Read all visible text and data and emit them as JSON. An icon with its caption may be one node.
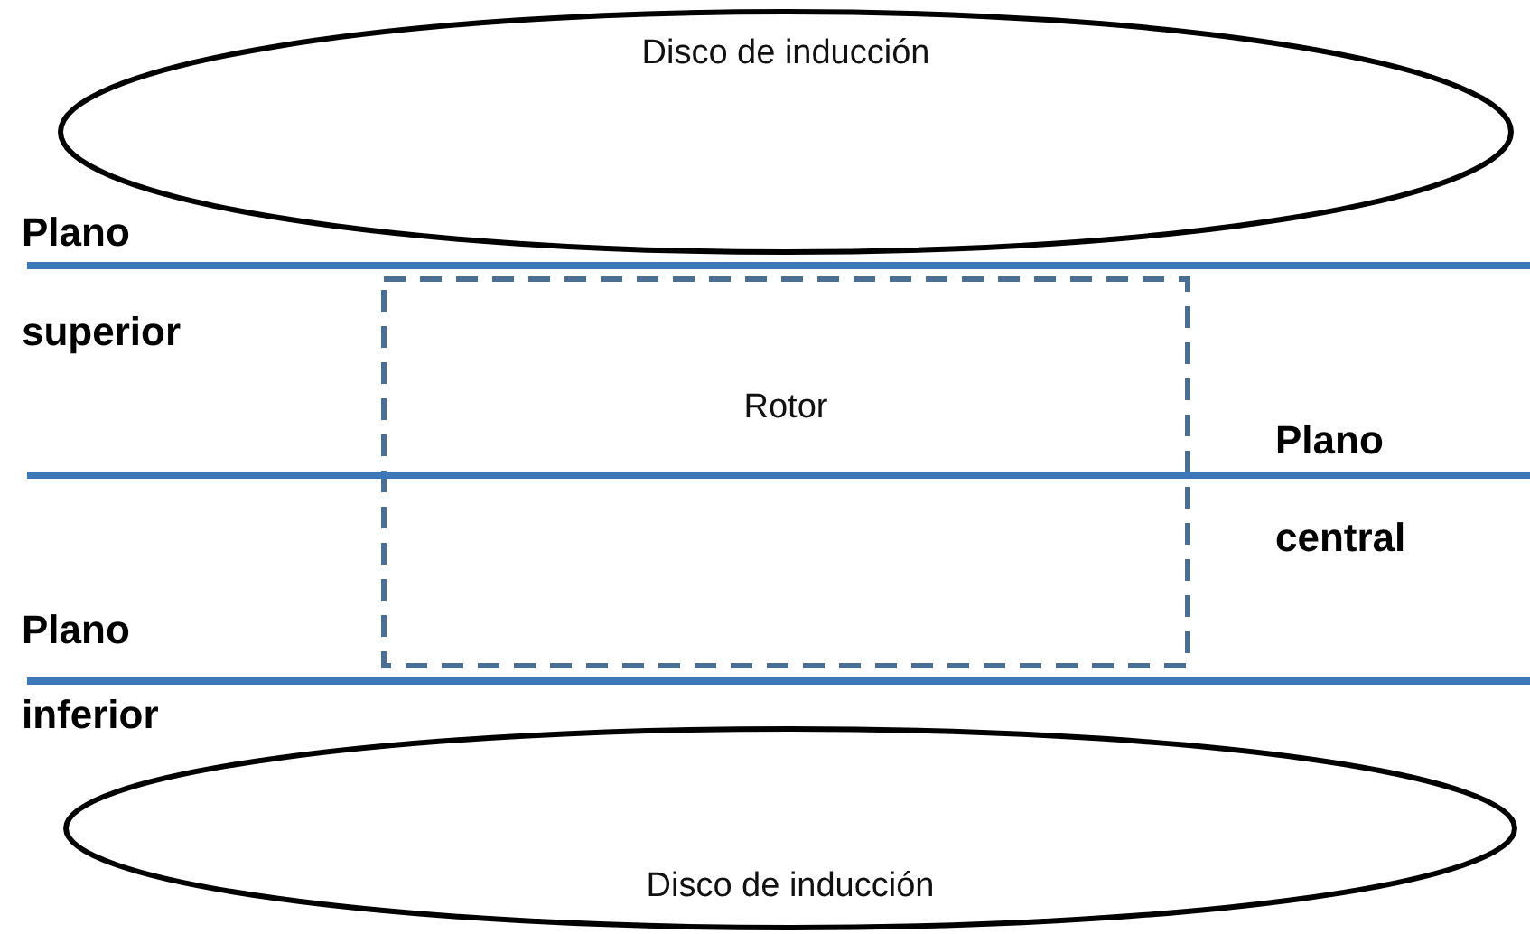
{
  "diagram": {
    "nodes": [
      {
        "text": [
          "Disco de inducción"
        ]
      },
      {
        "text": [
          "Rotor"
        ]
      },
      {
        "text": [
          "Disco de inducción"
        ]
      }
    ],
    "labels": [
      "Plano",
      "superior",
      "Plano",
      "central",
      "Plano",
      "inferior"
    ]
  }
}
